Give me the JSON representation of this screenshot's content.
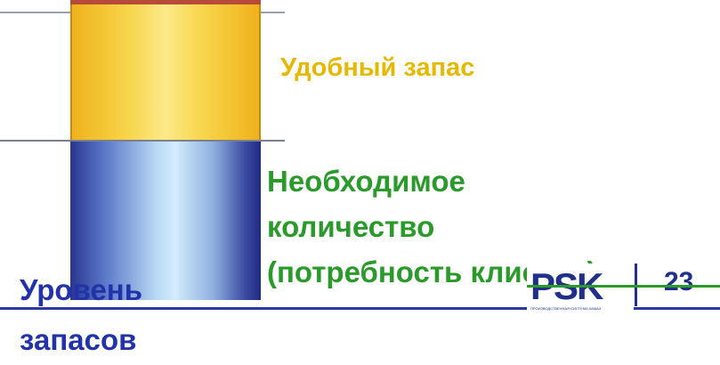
{
  "labels": {
    "comfort_stock": "Удобный запас",
    "required_line1": "Необходимое",
    "required_line2": "количество",
    "required_line3": "(потребность клиента)",
    "stock_level_line1": "Уровень",
    "stock_level_line2": "запасов"
  },
  "logo": {
    "text": "PSK",
    "subtitle": "ПРОИЗВОДСТВЕННАЯ СИСТЕМА КАМАЗ"
  },
  "page_number": "23",
  "colors": {
    "comfort_stock": "#e6b800",
    "required": "#2a9a2a",
    "stock_level": "#2233aa",
    "logo": "#1f2f8a"
  }
}
